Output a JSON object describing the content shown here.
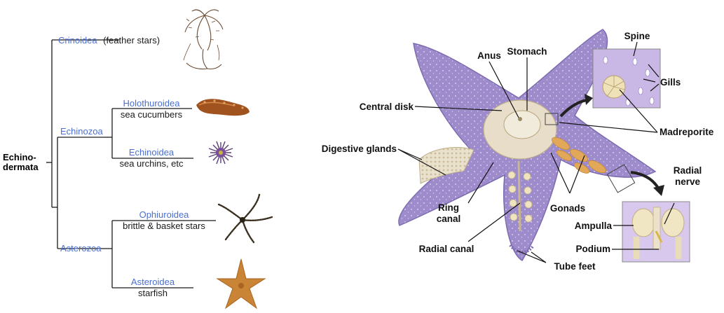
{
  "phylogeny": {
    "root": [
      "Echino-",
      "dermata"
    ],
    "crinoidea": {
      "name": "Crinoidea",
      "common": "(feather stars)"
    },
    "echinozoa": "Echinozoa",
    "holothuroidea": {
      "name": "Holothuroidea",
      "common": "sea cucumbers"
    },
    "echinoidea": {
      "name": "Echinoidea",
      "common": "sea urchins, etc"
    },
    "asterozoa": "Asterozoa",
    "ophiuroidea": {
      "name": "Ophiuroidea",
      "common": "brittle & basket stars"
    },
    "asteroidea": {
      "name": "Asteroidea",
      "common": "starfish"
    }
  },
  "anatomy": {
    "anus": "Anus",
    "stomach": "Stomach",
    "spine": "Spine",
    "gills": "Gills",
    "central_disk": "Central disk",
    "madreporite": "Madreporite",
    "digestive_glands": "Digestive glands",
    "radial_nerve": [
      "Radial",
      "nerve"
    ],
    "ring_canal": [
      "Ring",
      "canal"
    ],
    "gonads": "Gonads",
    "ampulla": "Ampulla",
    "radial_canal": "Radial canal",
    "podium": "Podium",
    "tube_feet": "Tube feet"
  },
  "colors": {
    "clade_text": "#4a6fcf",
    "starfish_body": "#9b8ac8",
    "starfish_dark": "#7d6bb0",
    "cutaway": "#e7ddc8",
    "gonad": "#e2a85a"
  }
}
